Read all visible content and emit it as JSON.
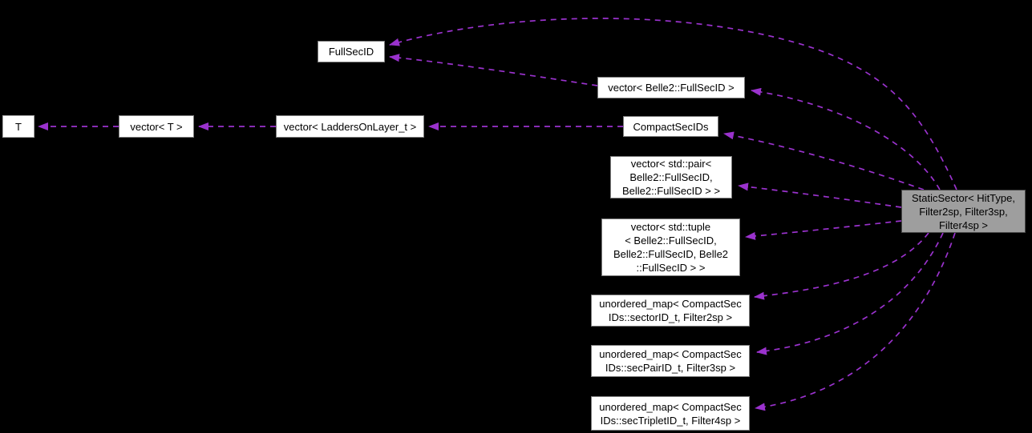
{
  "diagram": {
    "kind": "collaboration-graph",
    "background_color": "#000000",
    "edge_color": "#9a32cd",
    "node_fill": "#ffffff",
    "main_node_fill": "#9e9e9e",
    "nodes": {
      "full_sec_id": {
        "label": "FullSecID"
      },
      "vector_belle2_full_sec_id": {
        "label": "vector< Belle2::FullSecID >"
      },
      "t": {
        "label": "T"
      },
      "vector_t": {
        "label": "vector< T >"
      },
      "vector_ladders_on_layer": {
        "label": "vector< LaddersOnLayer_t >"
      },
      "compact_sec_ids": {
        "label": "CompactSecIDs"
      },
      "vector_pair": {
        "label": "vector< std::pair<\nBelle2::FullSecID,\nBelle2::FullSecID > >"
      },
      "vector_tuple": {
        "label": "vector< std::tuple\n< Belle2::FullSecID,\nBelle2::FullSecID, Belle2\n::FullSecID > >"
      },
      "umap_filter2sp": {
        "label": "unordered_map< CompactSec\nIDs::sectorID_t, Filter2sp >"
      },
      "umap_filter3sp": {
        "label": "unordered_map< CompactSec\nIDs::secPairID_t, Filter3sp >"
      },
      "umap_filter4sp": {
        "label": "unordered_map< CompactSec\nIDs::secTripletID_t, Filter4sp >"
      },
      "static_sector": {
        "label": "StaticSector< HitType,\nFilter2sp, Filter3sp,\nFilter4sp >"
      }
    },
    "edges": [
      {
        "from": "vector_t",
        "to": "t"
      },
      {
        "from": "vector_ladders_on_layer",
        "to": "vector_t"
      },
      {
        "from": "compact_sec_ids",
        "to": "vector_ladders_on_layer"
      },
      {
        "from": "vector_belle2_full_sec_id",
        "to": "full_sec_id"
      },
      {
        "from": "static_sector",
        "to": "full_sec_id"
      },
      {
        "from": "static_sector",
        "to": "vector_belle2_full_sec_id"
      },
      {
        "from": "static_sector",
        "to": "compact_sec_ids"
      },
      {
        "from": "static_sector",
        "to": "vector_pair"
      },
      {
        "from": "static_sector",
        "to": "vector_tuple"
      },
      {
        "from": "static_sector",
        "to": "umap_filter2sp"
      },
      {
        "from": "static_sector",
        "to": "umap_filter3sp"
      },
      {
        "from": "static_sector",
        "to": "umap_filter4sp"
      }
    ]
  }
}
